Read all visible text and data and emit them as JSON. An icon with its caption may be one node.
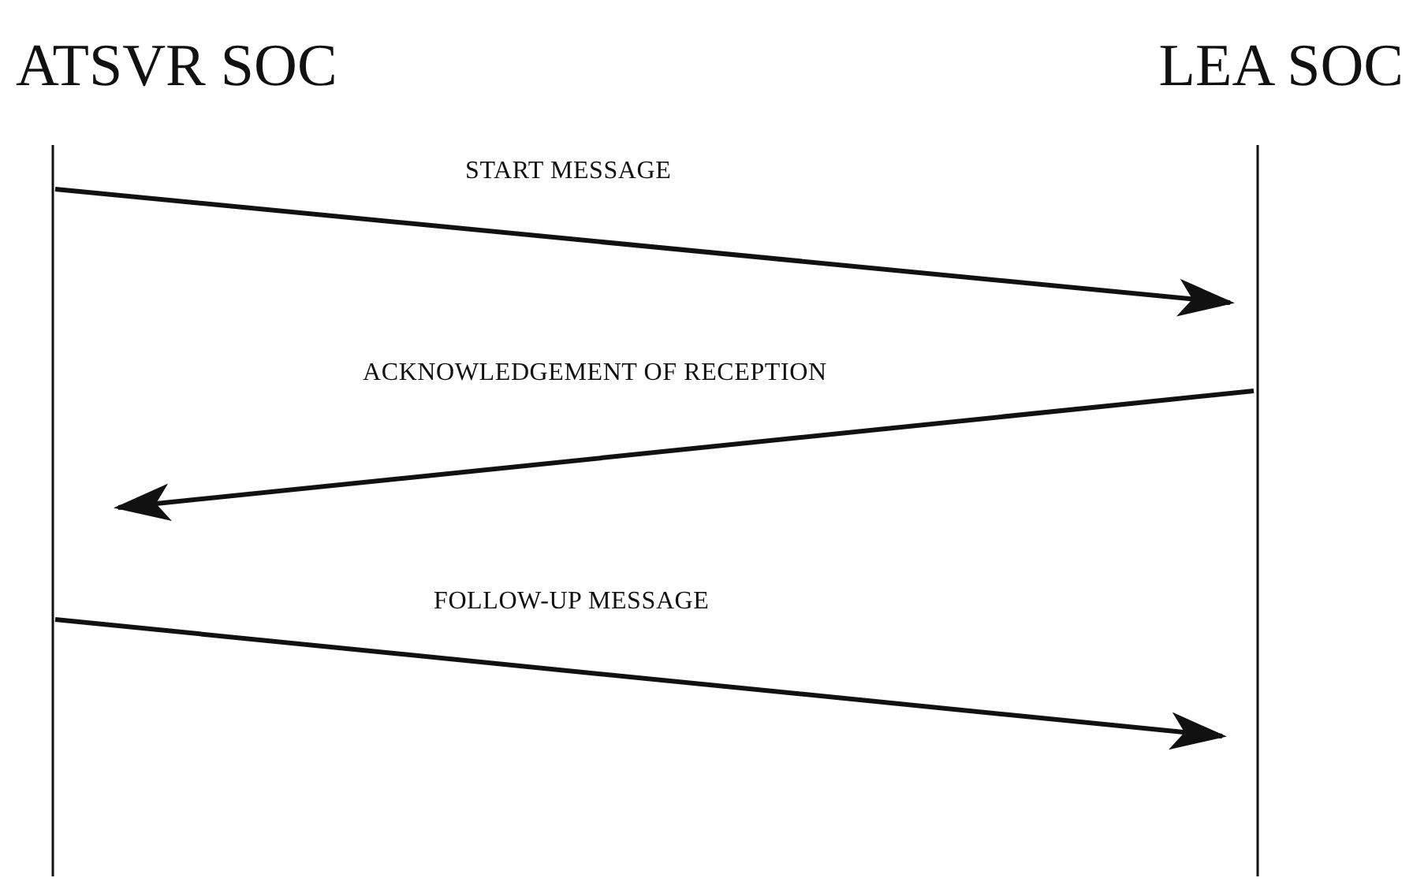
{
  "diagram": {
    "nodes": [
      {
        "text": [
          "ATSVR SOC"
        ]
      },
      {
        "text": [
          "LEA SOC"
        ]
      }
    ],
    "edges": [
      {
        "from": 0,
        "to": 1,
        "arrow": "to",
        "label": "START MESSAGE"
      },
      {
        "from": 1,
        "to": 0,
        "arrow": "to",
        "label": "ACKNOWLEDGEMENT OF RECEPTION"
      },
      {
        "from": 0,
        "to": 1,
        "arrow": "to",
        "label": "FOLLOW-UP MESSAGE"
      }
    ]
  }
}
